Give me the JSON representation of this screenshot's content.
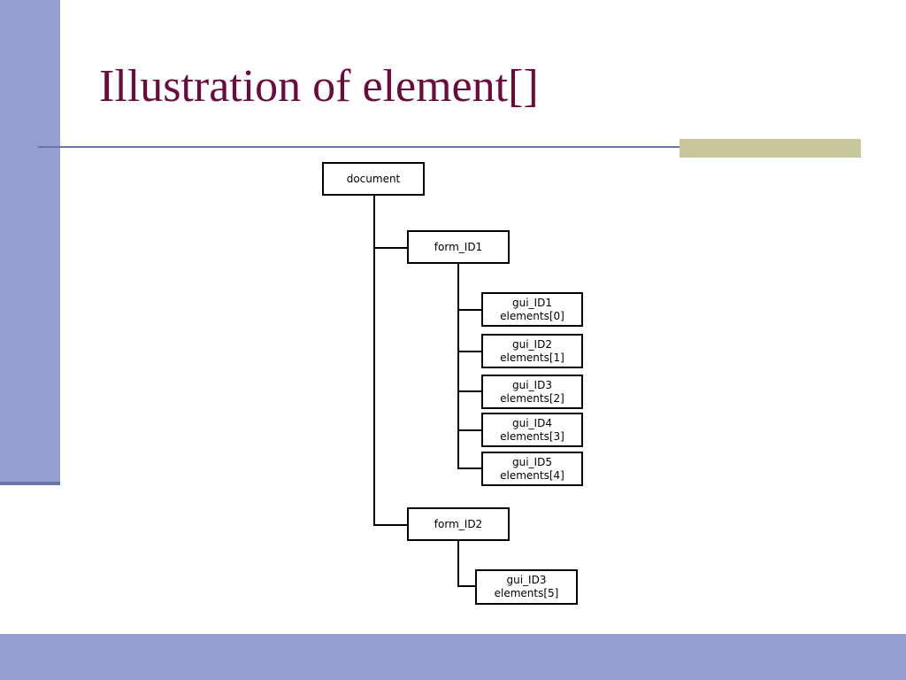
{
  "slide": {
    "title": "Illustration of element[]"
  },
  "colors": {
    "title": "#6b0a3c",
    "bars": "#939fd0",
    "rule": "#6b74a8",
    "accent": "#c8c79b"
  },
  "diagram": {
    "root": {
      "label": "document"
    },
    "forms": [
      {
        "label": "form_ID1",
        "children": [
          {
            "id": "gui_ID1",
            "index": "elements[0]"
          },
          {
            "id": "gui_ID2",
            "index": "elements[1]"
          },
          {
            "id": "gui_ID3",
            "index": "elements[2]"
          },
          {
            "id": "gui_ID4",
            "index": "elements[3]"
          },
          {
            "id": "gui_ID5",
            "index": "elements[4]"
          }
        ]
      },
      {
        "label": "form_ID2",
        "children": [
          {
            "id": "gui_ID3",
            "index": "elements[5]"
          }
        ]
      }
    ]
  }
}
